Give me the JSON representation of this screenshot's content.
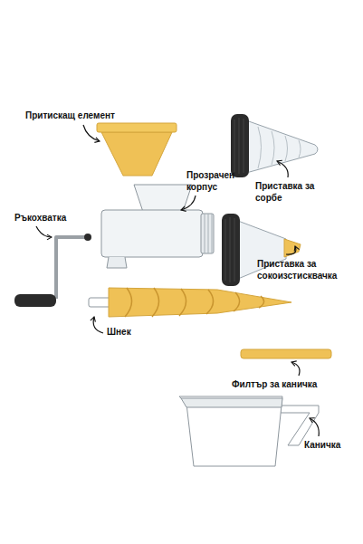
{
  "diagram": {
    "labels": [
      "Притискащ елемент",
      "Прозрачен корпус",
      "Ръкохватка",
      "Приставка за сорбе",
      "Приставка за сокоизстисквачка",
      "Шнек",
      "Филтър за каничка",
      "Каничка"
    ]
  }
}
